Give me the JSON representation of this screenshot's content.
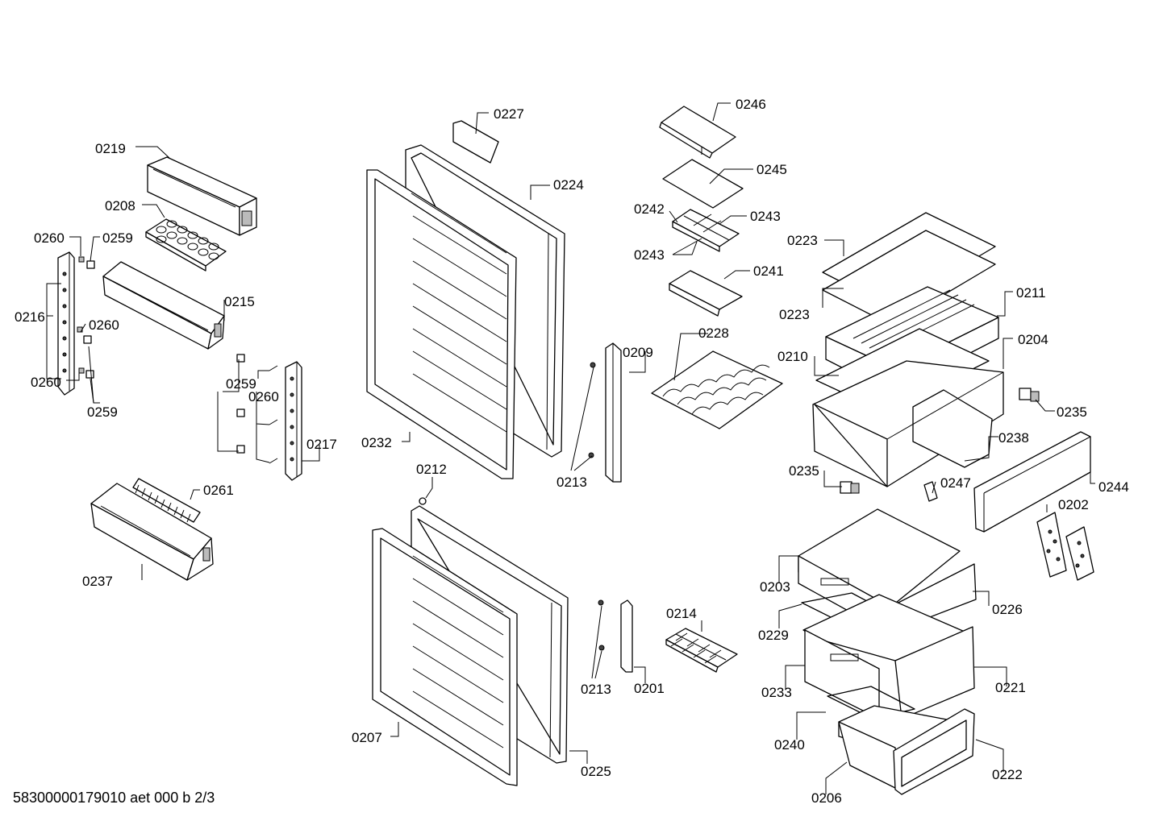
{
  "document_code": "58300000179010 aet 000 b 2/3",
  "labels": {
    "l0219": "0219",
    "l0208": "0208",
    "l0260a": "0260",
    "l0259a": "0259",
    "l0216": "0216",
    "l0215": "0215",
    "l0260b": "0260",
    "l0260c": "0260",
    "l0259b": "0259",
    "l0259c": "0259",
    "l0260d": "0260",
    "l0217": "0217",
    "l0261": "0261",
    "l0237": "0237",
    "l0227": "0227",
    "l0224": "0224",
    "l0232": "0232",
    "l0209": "0209",
    "l0213a": "0213",
    "l0212": "0212",
    "l0207": "0207",
    "l0225": "0225",
    "l0213b": "0213",
    "l0201": "0201",
    "l0214": "0214",
    "l0246": "0246",
    "l0245": "0245",
    "l0242": "0242",
    "l0243a": "0243",
    "l0243b": "0243",
    "l0241": "0241",
    "l0228": "0228",
    "l0223a": "0223",
    "l0223b": "0223",
    "l0211": "0211",
    "l0210": "0210",
    "l0204": "0204",
    "l0235a": "0235",
    "l0238": "0238",
    "l0235b": "0235",
    "l0247": "0247",
    "l0244": "0244",
    "l0202": "0202",
    "l0203": "0203",
    "l0226": "0226",
    "l0229": "0229",
    "l0233": "0233",
    "l0221": "0221",
    "l0240": "0240",
    "l0206": "0206",
    "l0222": "0222"
  }
}
